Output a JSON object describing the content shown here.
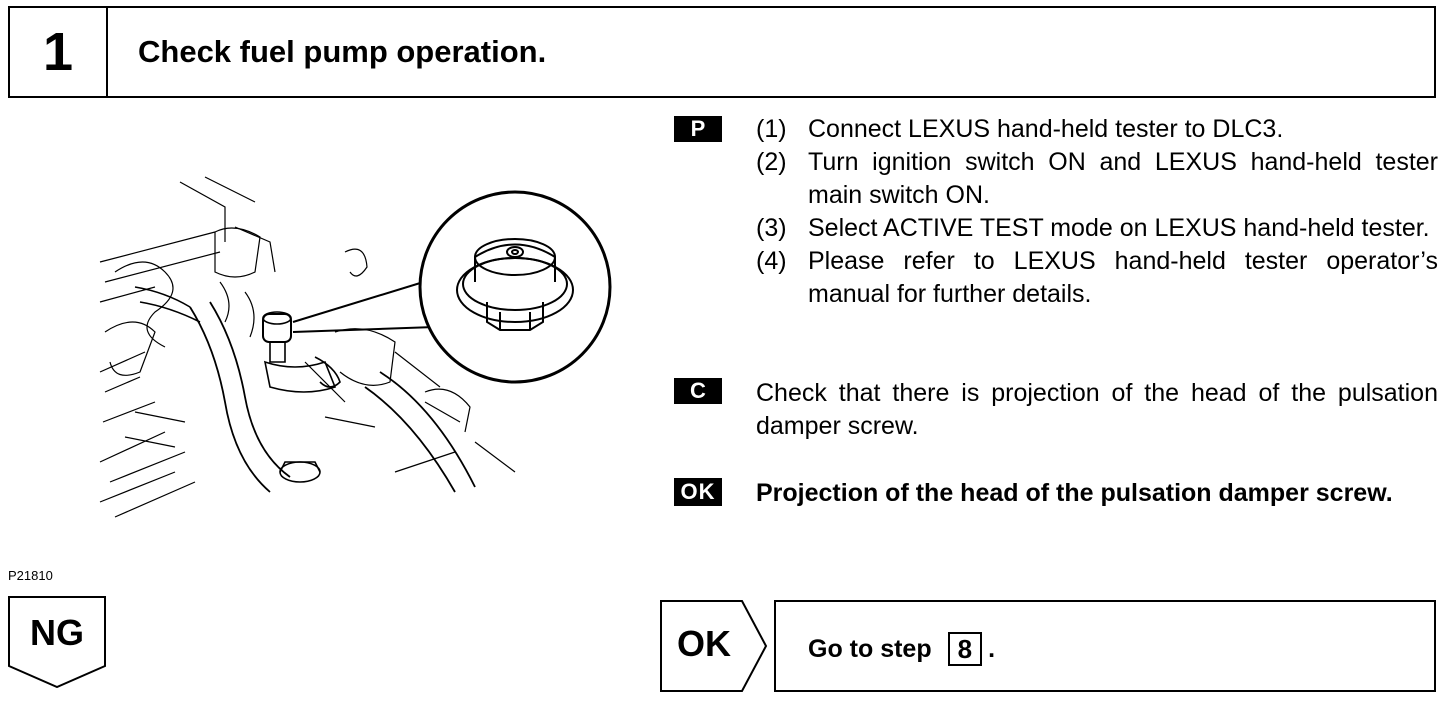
{
  "header": {
    "step_number": "1",
    "title": "Check fuel pump operation."
  },
  "figure": {
    "code": "P21810"
  },
  "procedure": {
    "badge": "P",
    "steps": [
      {
        "num": "(1)",
        "text": "Connect LEXUS hand-held tester to DLC3."
      },
      {
        "num": "(2)",
        "text": "Turn ignition switch ON and LEXUS hand-held tester main switch ON."
      },
      {
        "num": "(3)",
        "text": "Select ACTIVE TEST mode on LEXUS hand-held tester."
      },
      {
        "num": "(4)",
        "text": "Please refer to LEXUS hand-held tester operator’s manual for further details."
      }
    ]
  },
  "check": {
    "badge": "C",
    "text": "Check that there is projection of the head of the pulsation damper screw."
  },
  "ok_result": {
    "badge": "OK",
    "text": "Projection of the head of the pulsation damper screw."
  },
  "ng": {
    "label": "NG"
  },
  "ok_branch": {
    "label": "OK",
    "goto_text": "Go to step",
    "goto_step": "8",
    "goto_suffix": "."
  }
}
